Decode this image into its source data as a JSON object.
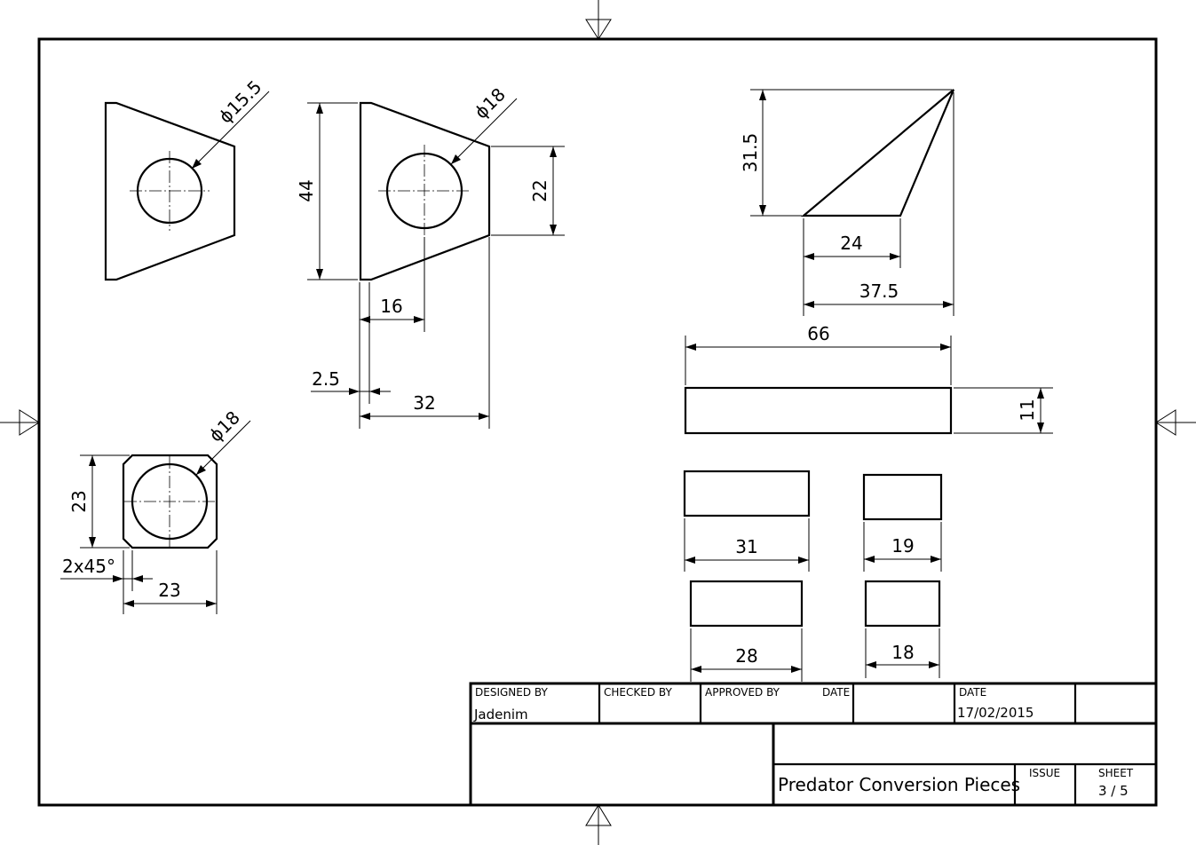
{
  "drawing": {
    "dimensions": {
      "part1_diameter": "ϕ15.5",
      "part2_diameter": "ϕ18",
      "part2_height": "44",
      "part2_right_height": "22",
      "part2_hole_offset": "16",
      "part2_chamfer": "2.5",
      "part2_width": "32",
      "triangle_height": "31.5",
      "triangle_base": "24",
      "triangle_width": "37.5",
      "bar_length": "66",
      "bar_height": "11",
      "rect_a_width": "31",
      "rect_b_width": "19",
      "rect_c_width": "28",
      "rect_d_width": "18",
      "square_diameter": "ϕ18",
      "square_height": "23",
      "square_chamfer": "2x45°",
      "square_width": "23"
    }
  },
  "title_block": {
    "designed_by_label": "DESIGNED BY",
    "designed_by_value": "Jadenim",
    "checked_by_label": "CHECKED BY",
    "approved_by_label": "APPROVED BY",
    "approved_date_label": "DATE",
    "date_label": "DATE",
    "date_value": "17/02/2015",
    "title": "Predator Conversion Pieces",
    "issue_label": "ISSUE",
    "sheet_label": "SHEET",
    "sheet_value": "3 / 5"
  }
}
